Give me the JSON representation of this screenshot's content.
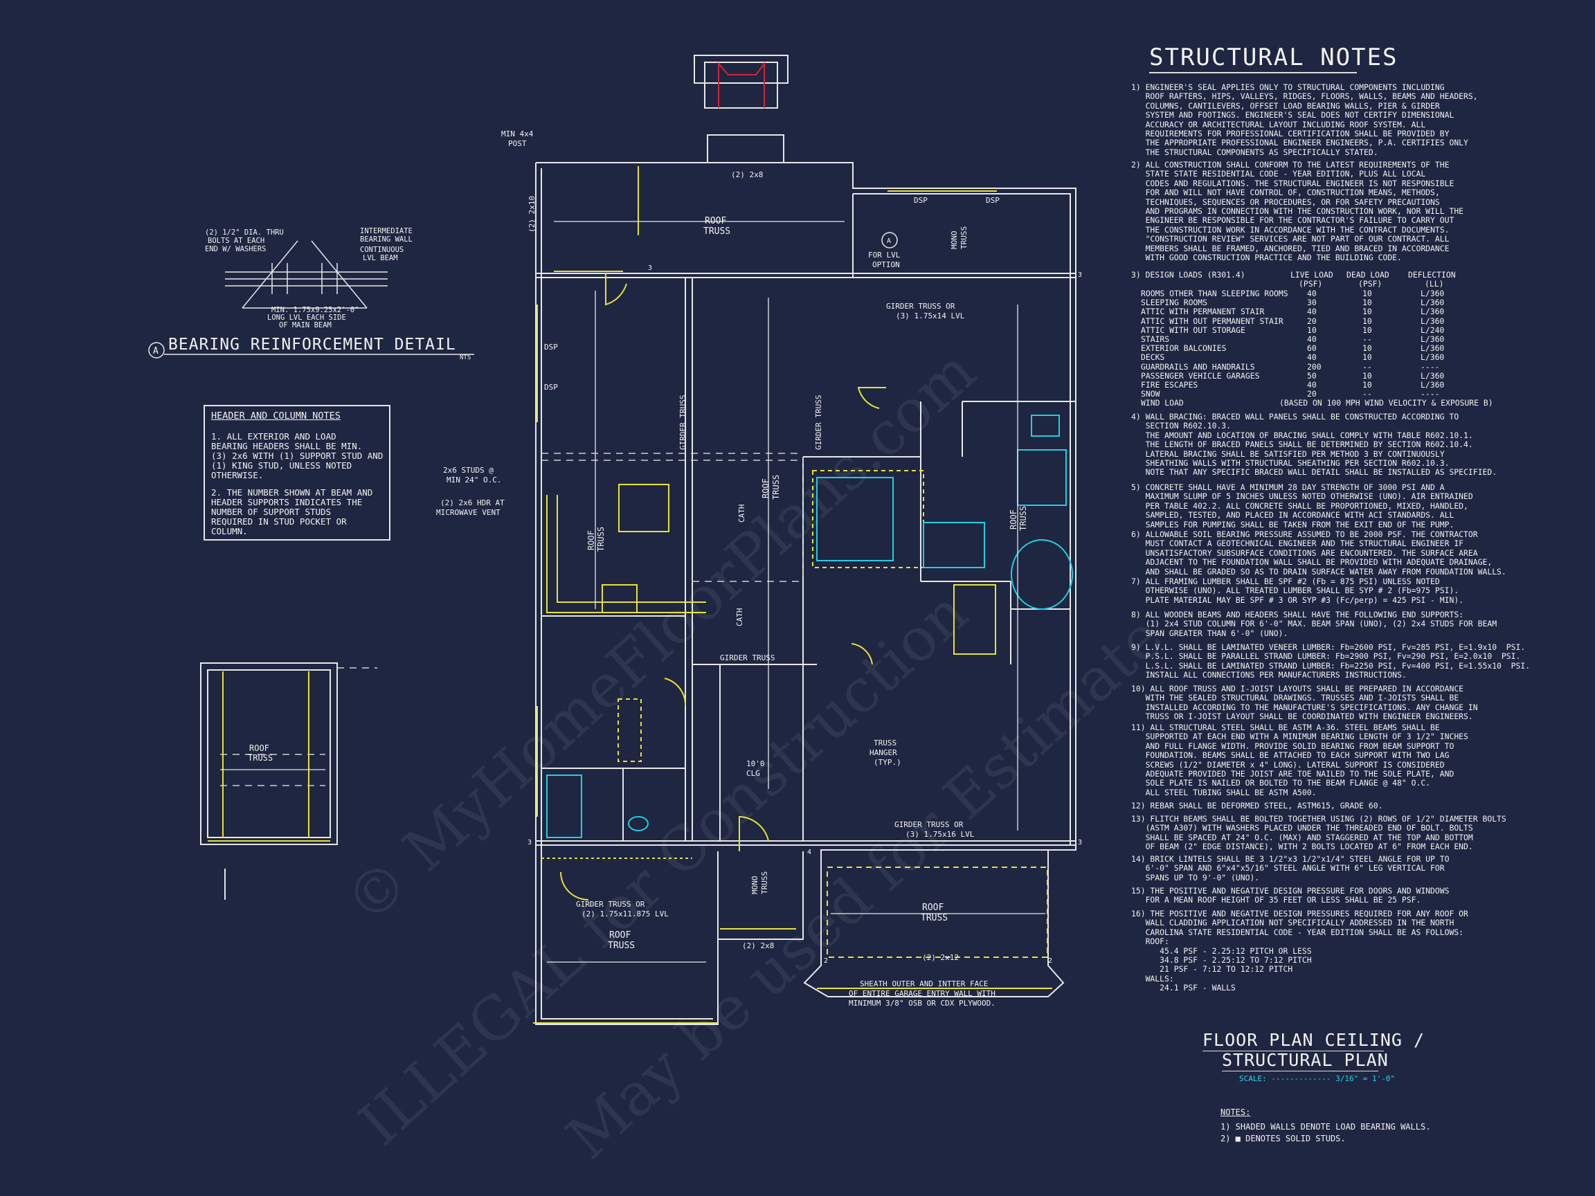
{
  "structural_notes": {
    "title": "STRUCTURAL NOTES",
    "items": [
      "1) ENGINEER'S SEAL APPLIES ONLY TO STRUCTURAL COMPONENTS INCLUDING\n   ROOF RAFTERS, HIPS, VALLEYS, RIDGES, FLOORS, WALLS, BEAMS AND HEADERS,\n   COLUMNS, CANTILEVERS, OFFSET LOAD BEARING WALLS, PIER & GIRDER\n   SYSTEM AND FOOTINGS. ENGINEER'S SEAL DOES NOT CERTIFY DIMENSIONAL\n   ACCURACY OR ARCHITECTURAL LAYOUT INCLUDING ROOF SYSTEM. ALL\n   REQUIREMENTS FOR PROFESSIONAL CERTIFICATION SHALL BE PROVIDED BY\n   THE APPROPRIATE PROFESSIONAL ENGINEER ENGINEERS, P.A. CERTIFIES ONLY\n   THE STRUCTURAL COMPONENTS AS SPECIFICALLY STATED.",
      "2) ALL CONSTRUCTION SHALL CONFORM TO THE LATEST REQUIREMENTS OF THE\n   STATE STATE RESIDENTIAL CODE - YEAR EDITION, PLUS ALL LOCAL\n   CODES AND REGULATIONS. THE STRUCTURAL ENGINEER IS NOT RESPONSIBLE\n   FOR AND WILL NOT HAVE CONTROL OF, CONSTRUCTION MEANS, METHODS,\n   TECHNIQUES, SEQUENCES OR PROCEDURES, OR FOR SAFETY PRECAUTIONS\n   AND PROGRAMS IN CONNECTION WITH THE CONSTRUCTION WORK, NOR WILL THE\n   ENGINEER BE RESPONSIBLE FOR THE CONTRACTOR'S FAILURE TO CARRY OUT\n   THE CONSTRUCTION WORK IN ACCORDANCE WITH THE CONTRACT DOCUMENTS.\n   \"CONSTRUCTION REVIEW\" SERVICES ARE NOT PART OF OUR CONTRACT. ALL\n   MEMBERS SHALL BE FRAMED, ANCHORED, TIED AND BRACED IN ACCORDANCE\n   WITH GOOD CONSTRUCTION PRACTICE AND THE BUILDING CODE.",
      "4) WALL BRACING: BRACED WALL PANELS SHALL BE CONSTRUCTED ACCORDING TO\n   SECTION R602.10.3.\n   THE AMOUNT AND LOCATION OF BRACING SHALL COMPLY WITH TABLE R602.10.1.\n   THE LENGTH OF BRACED PANELS SHALL BE DETERMINED BY SECTION R602.10.4.\n   LATERAL BRACING SHALL BE SATISFIED PER METHOD 3 BY CONTINUOUSLY\n   SHEATHING WALLS WITH STRUCTURAL SHEATHING PER SECTION R602.10.3.\n   NOTE THAT ANY SPECIFIC BRACED WALL DETAIL SHALL BE INSTALLED AS SPECIFIED.",
      "5) CONCRETE SHALL HAVE A MINIMUM 28 DAY STRENGTH OF 3000 PSI AND A\n   MAXIMUM SLUMP OF 5 INCHES UNLESS NOTED OTHERWISE (UNO). AIR ENTRAINED\n   PER TABLE 402.2. ALL CONCRETE SHALL BE PROPORTIONED, MIXED, HANDLED,\n   SAMPLED, TESTED, AND PLACED IN ACCORDANCE WITH ACI STANDARDS. ALL\n   SAMPLES FOR PUMPING SHALL BE TAKEN FROM THE EXIT END OF THE PUMP.",
      "6) ALLOWABLE SOIL BEARING PRESSURE ASSUMED TO BE 2000 PSF. THE CONTRACTOR\n   MUST CONTACT A GEOTECHNICAL ENGINEER AND THE STRUCTURAL ENGINEER IF\n   UNSATISFACTORY SUBSURFACE CONDITIONS ARE ENCOUNTERED. THE SURFACE AREA\n   ADJACENT TO THE FOUNDATION WALL SHALL BE PROVIDED WITH ADEQUATE DRAINAGE,\n   AND SHALL BE GRADED SO AS TO DRAIN SURFACE WATER AWAY FROM FOUNDATION WALLS.",
      "7) ALL FRAMING LUMBER SHALL BE SPF #2 (Fb = 875 PSI) UNLESS NOTED\n   OTHERWISE (UNO). ALL TREATED LUMBER SHALL BE SYP # 2 (Fb=975 PSI).\n   PLATE MATERIAL MAY BE SPF # 3 OR SYP #3 (Fc/perp) = 425 PSI - MIN).",
      "8) ALL WOODEN BEAMS AND HEADERS SHALL HAVE THE FOLLOWING END SUPPORTS:\n   (1) 2x4 STUD COLUMN FOR 6'-0\" MAX. BEAM SPAN (UNO), (2) 2x4 STUDS FOR BEAM\n   SPAN GREATER THAN 6'-0\" (UNO).",
      "9) L.V.L. SHALL BE LAMINATED VENEER LUMBER: Fb=2600 PSI, Fv=285 PSI, E=1.9x10  PSI.\n   P.S.L. SHALL BE PARALLEL STRAND LUMBER: Fb=2900 PSI, Fv=290 PSI, E=2.0x10  PSI.\n   L.S.L. SHALL BE LAMINATED STRAND LUMBER: Fb=2250 PSI, Fv=400 PSI, E=1.55x10  PSI.\n   INSTALL ALL CONNECTIONS PER MANUFACTURERS INSTRUCTIONS.",
      "10) ALL ROOF TRUSS AND I-JOIST LAYOUTS SHALL BE PREPARED IN ACCORDANCE\n   WITH THE SEALED STRUCTURAL DRAWINGS. TRUSSES AND I-JOISTS SHALL BE\n   INSTALLED ACCORDING TO THE MANUFACTURE'S SPECIFICATIONS. ANY CHANGE IN\n   TRUSS OR I-JOIST LAYOUT SHALL BE COORDINATED WITH ENGINEER ENGINEERS.",
      "11) ALL STRUCTURAL STEEL SHALL BE ASTM A-36. STEEL BEAMS SHALL BE\n   SUPPORTED AT EACH END WITH A MINIMUM BEARING LENGTH OF 3 1/2\" INCHES\n   AND FULL FLANGE WIDTH. PROVIDE SOLID BEARING FROM BEAM SUPPORT TO\n   FOUNDATION. BEAMS SHALL BE ATTACHED TO EACH SUPPORT WITH TWO LAG\n   SCREWS (1/2\" DIAMETER x 4\" LONG). LATERAL SUPPORT IS CONSIDERED\n   ADEQUATE PROVIDED THE JOIST ARE TOE NAILED TO THE SOLE PLATE, AND\n   SOLE PLATE IS NAILED OR BOLTED TO THE BEAM FLANGE @ 48\" O.C.\n   ALL STEEL TUBING SHALL BE ASTM A500.",
      "12) REBAR SHALL BE DEFORMED STEEL, ASTM615, GRADE 60.",
      "13) FLITCH BEAMS SHALL BE BOLTED TOGETHER USING (2) ROWS OF 1/2\" DIAMETER BOLTS\n   (ASTM A307) WITH WASHERS PLACED UNDER THE THREADED END OF BOLT. BOLTS\n   SHALL BE SPACED AT 24\" O.C. (MAX) AND STAGGERED AT THE TOP AND BOTTOM\n   OF BEAM (2\" EDGE DISTANCE), WITH 2 BOLTS LOCATED AT 6\" FROM EACH END.",
      "14) BRICK LINTELS SHALL BE 3 1/2\"x3 1/2\"x1/4\" STEEL ANGLE FOR UP TO\n   6'-0\" SPAN AND 6\"x4\"x5/16\" STEEL ANGLE WITH 6\" LEG VERTICAL FOR\n   SPANS UP TO 9'-0\" (UNO).",
      "15) THE POSITIVE AND NEGATIVE DESIGN PRESSURE FOR DOORS AND WINDOWS\n   FOR A MEAN ROOF HEIGHT OF 35 FEET OR LESS SHALL BE 25 PSF.",
      "16) THE POSITIVE AND NEGATIVE DESIGN PRESSURES REQUIRED FOR ANY ROOF OR\n   WALL CLADDING APPLICATION NOT SPECIFICALLY ADDRESSED IN THE NORTH\n   CAROLINA STATE RESIDENTIAL CODE - YEAR EDITION SHALL BE AS FOLLOWS:\n   ROOF:\n      45.4 PSF - 2.25:12 PITCH OR LESS\n      34.8 PSF - 2.25:12 TO 7:12 PITCH\n      21 PSF - 7:12 TO 12:12 PITCH\n   WALLS:\n      24.1 PSF - WALLS"
    ],
    "design_loads": {
      "heading": "3) DESIGN LOADS (R301.4)",
      "col_live": "LIVE LOAD",
      "col_dead": "DEAD LOAD",
      "col_defl": "DEFLECTION",
      "col_live_unit": "(PSF)",
      "col_dead_unit": "(PSF)",
      "col_defl_unit": "(LL)",
      "rows": [
        [
          "ROOMS OTHER THAN SLEEPING ROOMS",
          "40",
          "10",
          "L/360"
        ],
        [
          "SLEEPING ROOMS",
          "30",
          "10",
          "L/360"
        ],
        [
          "ATTIC WITH PERMANENT STAIR",
          "40",
          "10",
          "L/360"
        ],
        [
          "ATTIC WITH OUT PERMANENT STAIR",
          "20",
          "10",
          "L/360"
        ],
        [
          "ATTIC WITH OUT STORAGE",
          "10",
          "10",
          "L/240"
        ],
        [
          "STAIRS",
          "40",
          "--",
          "L/360"
        ],
        [
          "EXTERIOR BALCONIES",
          "60",
          "10",
          "L/360"
        ],
        [
          "DECKS",
          "40",
          "10",
          "L/360"
        ],
        [
          "GUARDRAILS AND HANDRAILS",
          "200",
          "--",
          "----"
        ],
        [
          "PASSENGER VEHICLE GARAGES",
          "50",
          "10",
          "L/360"
        ],
        [
          "FIRE ESCAPES",
          "40",
          "10",
          "L/360"
        ],
        [
          "SNOW",
          "20",
          "--",
          "----"
        ]
      ],
      "wind": "WIND LOAD",
      "wind_value": "(BASED ON 100 MPH WIND VELOCITY & EXPOSURE B)"
    }
  },
  "plan_title": {
    "line1": "FLOOR PLAN CEILING /",
    "line2": "STRUCTURAL PLAN",
    "scale": "SCALE: ------------- 3/16\" = 1'-0\""
  },
  "bottom_notes": {
    "heading": "NOTES:",
    "items": [
      "1) SHADED WALLS DENOTE LOAD BEARING WALLS.",
      "2) ■ DENOTES SOLID STUDS."
    ]
  },
  "header_column_notes": {
    "title": "HEADER AND COLUMN NOTES",
    "lines": [
      "1. ALL EXTERIOR AND LOAD",
      "BEARING HEADERS SHALL BE MIN.",
      "(3) 2x6 WITH (1) SUPPORT STUD AND",
      "(1) KING STUD, UNLESS NOTED",
      "OTHERWISE.",
      "",
      "2. THE NUMBER SHOWN AT BEAM AND",
      "HEADER SUPPORTS INDICATES THE",
      "NUMBER OF SUPPORT STUDS",
      "REQUIRED IN STUD POCKET OR",
      "COLUMN."
    ]
  },
  "bearing_detail": {
    "title": "BEARING REINFORCEMENT DETAIL",
    "tag": "A",
    "nts": "NTS",
    "label_bolts": [
      "(2) 1/2\" DIA. THRU",
      "BOLTS AT EACH",
      "END W/ WASHERS"
    ],
    "label_wall": [
      "INTERMEDIATE",
      "BEARING WALL"
    ],
    "label_beam": [
      "CONTINUOUS",
      "LVL BEAM"
    ],
    "label_min": [
      "MIN. 1.75x9.25x2'-0\"",
      "LONG LVL EACH SIDE",
      "OF MAIN BEAM"
    ]
  },
  "plan_labels": {
    "min_post": [
      "MIN 4x4",
      "POST"
    ],
    "hdr_2x8_top": "(2) 2x8",
    "hdr_2x10": "(2) 2x10",
    "roof_truss": [
      "ROOF",
      "TRUSS"
    ],
    "dsp": "DSP",
    "mono_truss": [
      "MONO",
      "TRUSS"
    ],
    "lvl_option": [
      "FOR LVL",
      "OPTION"
    ],
    "girder_lvl_1": [
      "GIRDER TRUSS OR",
      "(3) 1.75x14 LVL"
    ],
    "girder_truss": "GIRDER TRUSS",
    "cath": "CATH",
    "studs": [
      "2x6 STUDS @",
      "MIN 24\" O.C."
    ],
    "microwave": [
      "(2) 2x6 HDR AT",
      "MICROWAVE VENT"
    ],
    "clg": [
      "10'0",
      "CLG"
    ],
    "truss_hanger": [
      "TRUSS",
      "HANGER",
      "(TYP.)"
    ],
    "girder_lvl_2": [
      "GIRDER TRUSS OR",
      "(3) 1.75x16 LVL"
    ],
    "girder_lvl_3": [
      "GIRDER TRUSS OR",
      "(2) 1.75x11.875 LVL"
    ],
    "hdr_2x8_bot": "(2) 2x8",
    "hdr_2x12": "(2) 2x12",
    "sheath": [
      "SHEATH OUTER AND INTTER FACE",
      "OF ENTIRE GARAGE ENTRY WALL WITH",
      "MINIMUM 3/8\" OSB OR CDX PLYWOOD."
    ],
    "tag_a": "A",
    "stud_3": "3",
    "stud_4": "4",
    "stud_2": "2"
  },
  "watermark": {
    "line1": "© MyHomeFloorPlans.com",
    "line2": "ILLEGAL for Construction",
    "line3": "May be used for Estimate"
  },
  "colors": {
    "background": "#1f2641",
    "wall": "#e8e8e8",
    "truss": "#e7e23a",
    "fixture": "#22cfe0",
    "chimney": "#d0243a"
  }
}
